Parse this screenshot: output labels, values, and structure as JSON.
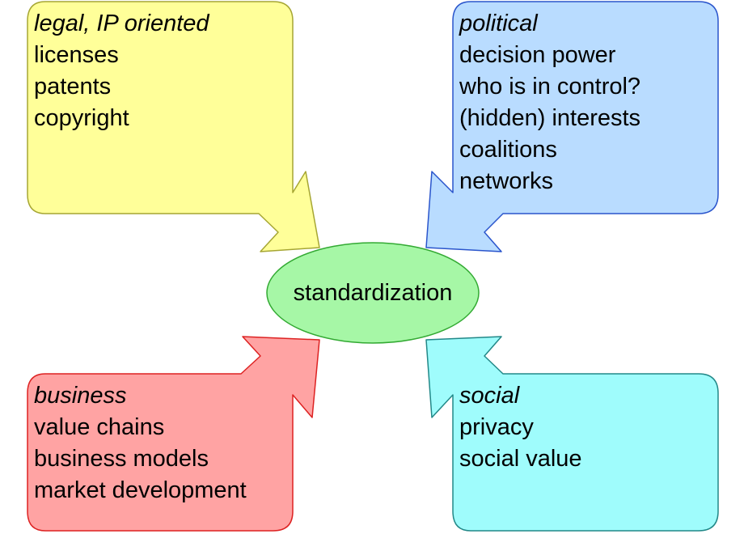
{
  "center": {
    "label": "standardization",
    "fill": "#a6f7a6",
    "stroke": "#33aa33"
  },
  "boxes": {
    "legal": {
      "heading": "legal, IP oriented",
      "items": [
        "licenses",
        "patents",
        "copyright"
      ],
      "fill": "#ffff99",
      "stroke": "#a6a633"
    },
    "political": {
      "heading": "political",
      "items": [
        "decision power",
        "who is in control?",
        "(hidden) interests",
        "coalitions",
        "networks"
      ],
      "fill": "#b9dcff",
      "stroke": "#2a55cc"
    },
    "business": {
      "heading": "business",
      "items": [
        "value chains",
        "business models",
        "market development"
      ],
      "fill": "#ffa3a3",
      "stroke": "#dd2222"
    },
    "social": {
      "heading": "social",
      "items": [
        "privacy",
        "social value"
      ],
      "fill": "#9ffcfc",
      "stroke": "#228888"
    }
  }
}
